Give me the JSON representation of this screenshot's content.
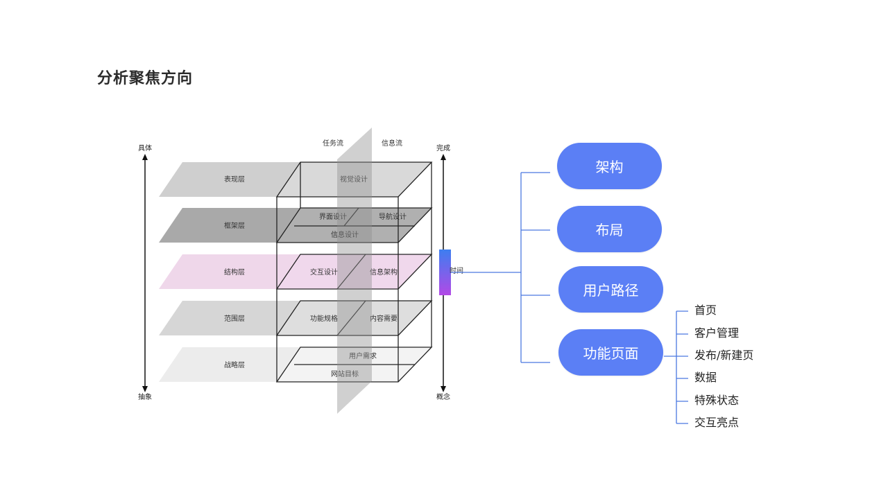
{
  "title": "分析聚焦方向",
  "left_axis": {
    "top": "具体",
    "bottom": "抽象"
  },
  "right_axis": {
    "top": "完成",
    "bottom": "概念",
    "marker": "时间"
  },
  "columns": {
    "task_flow": "任务流",
    "info_flow": "信息流"
  },
  "layers": [
    {
      "name": "表现层",
      "items": [
        "视觉设计"
      ]
    },
    {
      "name": "框架层",
      "items": [
        "界面设计",
        "导航设计",
        "信息设计"
      ]
    },
    {
      "name": "结构层",
      "items": [
        "交互设计",
        "信息架构"
      ]
    },
    {
      "name": "范围层",
      "items": [
        "功能规格",
        "内容需要"
      ]
    },
    {
      "name": "战略层",
      "items": [
        "用户需求",
        "网站目标"
      ]
    }
  ],
  "focus": [
    {
      "label": "架构"
    },
    {
      "label": "布局"
    },
    {
      "label": "用户路径"
    },
    {
      "label": "功能页面"
    }
  ],
  "function_pages": [
    "首页",
    "客户管理",
    "发布/新建页",
    "数据",
    "特殊状态",
    "交互亮点"
  ],
  "colors": {
    "accent": "#5b7ff5",
    "connector": "#4a78e0",
    "marker_top": "#3d7ef0",
    "marker_bottom": "#b249e6",
    "structure_layer": "#efd7ea"
  }
}
